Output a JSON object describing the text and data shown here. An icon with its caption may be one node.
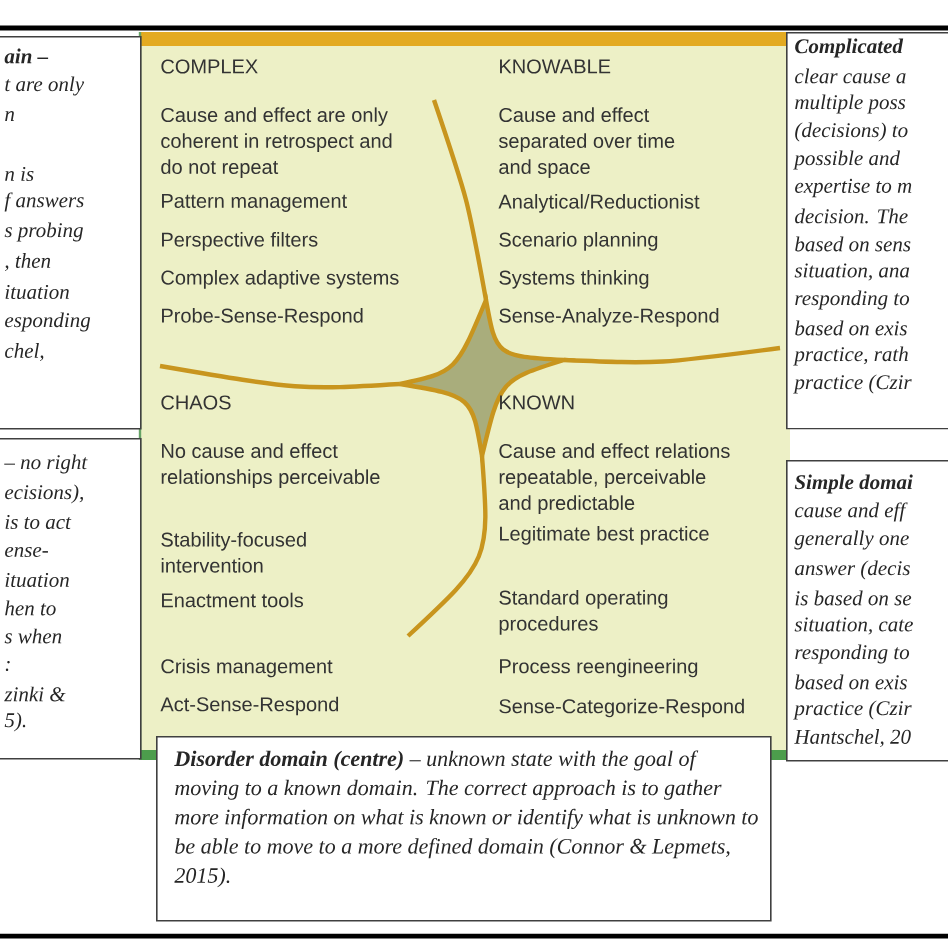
{
  "diagram": {
    "nodes": [
      {
        "text": [
          "ain –",
          "t are only",
          "n",
          "n is",
          "f answers",
          "s probing",
          ", then",
          "ituation",
          "esponding",
          "chel,"
        ]
      },
      {
        "text": [
          "COMPLEX",
          "Cause and effect are only coherent in retrospect and do not repeat",
          "Pattern management",
          "Perspective filters",
          "Complex adaptive systems",
          "Probe-Sense-Respond"
        ]
      },
      {
        "text": [
          "KNOWABLE",
          "Cause and effect separated over time and space",
          "Analytical/Reductionist",
          "Scenario planning",
          "Systems thinking",
          "Sense-Analyze-Respond"
        ]
      },
      {
        "text": [
          "Complicated",
          "clear cause a",
          "multiple poss",
          "(decisions) to",
          "possible and",
          "expertise to m",
          "decision. The",
          "based on sens",
          "situation, ana",
          "responding to",
          "based on exis",
          "practice, rath",
          "practice (Czir"
        ]
      },
      {
        "text": [
          "– no right",
          "ecisions),",
          "is to act",
          "ense-",
          "ituation",
          "hen to",
          "s when",
          ":",
          "zinki &",
          "5)."
        ]
      },
      {
        "text": [
          "CHAOS",
          "No cause and effect relationships perceivable",
          "Stability-focused intervention",
          "Enactment tools",
          "Crisis management",
          "Act-Sense-Respond"
        ]
      },
      {
        "text": [
          "KNOWN",
          "Cause and effect relations repeatable, perceivable and predictable",
          "Legitimate best practice",
          "Standard operating procedures",
          "Process reengineering",
          "Sense-Categorize-Respond"
        ]
      },
      {
        "text": [
          "Simple domai",
          "cause and eff",
          "generally one",
          "answer (decis",
          "is based on se",
          "situation, cate",
          "responding to",
          "based on exis",
          "practice (Czir",
          "Hantschel, 20"
        ]
      },
      {
        "text": [
          "**Disorder domain (centre)** – unknown state with the goal of moving to a known domain. The correct approach is to gather more information on what is known or identify what is unknown to be able to move to a more defined domain (Connor & Lepmets, 2015)."
        ]
      }
    ]
  }
}
